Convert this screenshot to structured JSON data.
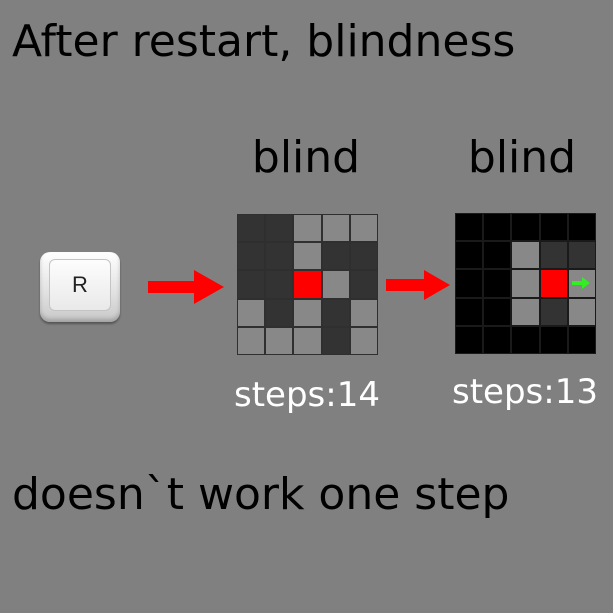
{
  "title": "After restart, blindness",
  "footer": "doesn`t work one step",
  "restart_key": {
    "label": "R",
    "icon": "keyboard-key-icon"
  },
  "arrow_color": "#ff0000",
  "panels": [
    {
      "label": "blind",
      "steps": "steps:14",
      "gridline_color": "#2f2f2f",
      "cells": [
        [
          "dark",
          "dark",
          "light",
          "light",
          "light"
        ],
        [
          "dark",
          "dark",
          "light",
          "dark",
          "dark"
        ],
        [
          "dark",
          "dark",
          "player",
          "light",
          "dark"
        ],
        [
          "light",
          "dark",
          "light",
          "dark",
          "light"
        ],
        [
          "light",
          "light",
          "light",
          "dark",
          "light"
        ]
      ]
    },
    {
      "label": "blind",
      "steps": "steps:13",
      "gridline_color": "#1a1a1a",
      "cells": [
        [
          "black",
          "black",
          "black",
          "black",
          "black"
        ],
        [
          "black",
          "black",
          "light",
          "dark",
          "dark"
        ],
        [
          "black",
          "black",
          "light",
          "player",
          "goal"
        ],
        [
          "black",
          "black",
          "light",
          "dark",
          "light"
        ],
        [
          "black",
          "black",
          "black",
          "black",
          "black"
        ]
      ]
    }
  ],
  "cell_colors": {
    "dark": "#333333",
    "light": "#888888",
    "black": "#000000",
    "player": "#ff0000",
    "goal": "#888888"
  },
  "goal_arrow_color": "#33ee22"
}
